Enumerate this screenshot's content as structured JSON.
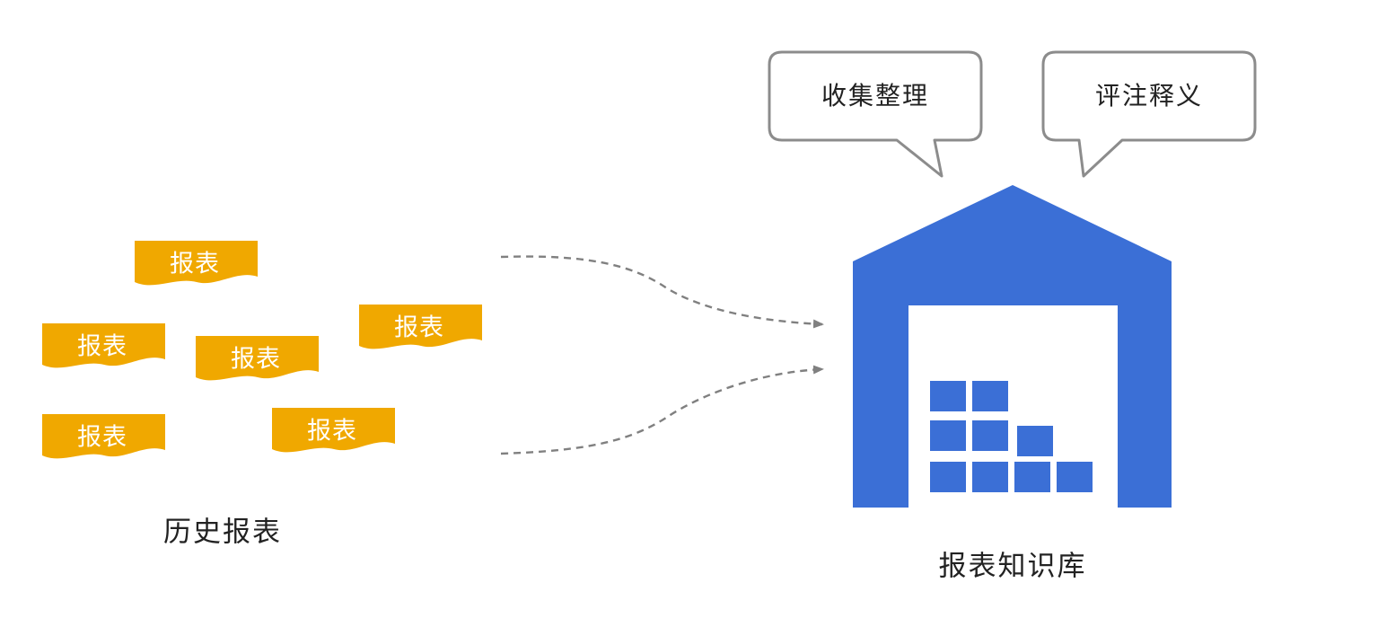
{
  "diagram": {
    "left_group_label": "历史报表",
    "right_group_label": "报表知识库",
    "bubbles": [
      {
        "label": "收集整理"
      },
      {
        "label": "评注释义"
      }
    ],
    "reports": [
      {
        "label": "报表"
      },
      {
        "label": "报表"
      },
      {
        "label": "报表"
      },
      {
        "label": "报表"
      },
      {
        "label": "报表"
      },
      {
        "label": "报表"
      }
    ],
    "icons": {
      "warehouse": "warehouse-icon",
      "report_doc": "report-wave-doc-icon",
      "arrow": "dashed-arrow-icon"
    },
    "colors": {
      "report_fill": "#f0a800",
      "report_text": "#ffffff",
      "warehouse_fill": "#3b6fd6",
      "bubble_border": "#8c8c8c",
      "arrow_stroke": "#808080",
      "caption_text": "#222222"
    }
  }
}
